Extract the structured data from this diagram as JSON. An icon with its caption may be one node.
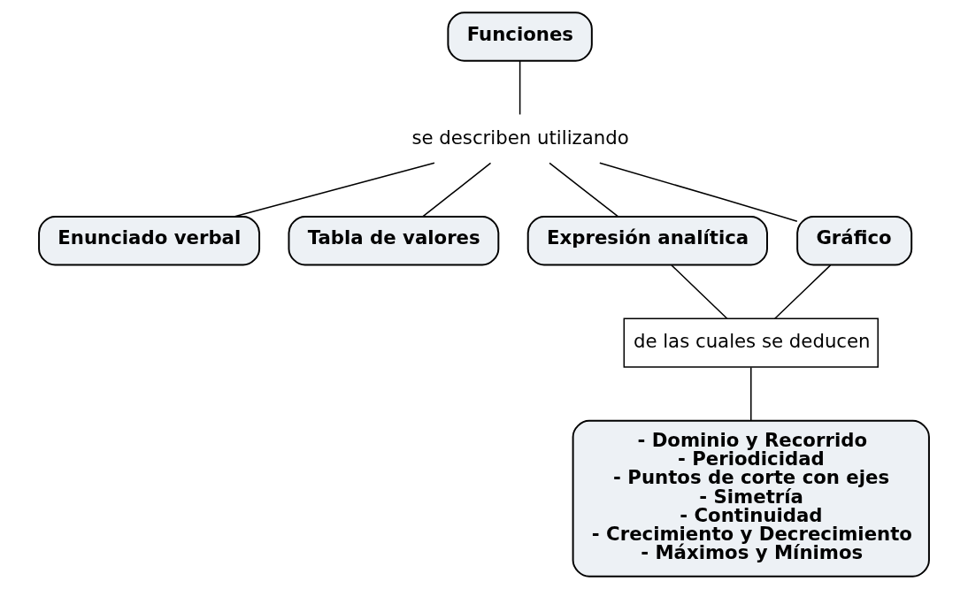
{
  "diagram": {
    "nodes": [
      {
        "text": [
          "Funciones"
        ]
      },
      {
        "text": [
          "se describen utilizando"
        ]
      },
      {
        "text": [
          "Enunciado verbal"
        ]
      },
      {
        "text": [
          "Tabla de valores"
        ]
      },
      {
        "text": [
          "Expresión analítica"
        ]
      },
      {
        "text": [
          "Gráfico"
        ]
      },
      {
        "text": [
          "de las cuales se deducen"
        ]
      },
      {
        "text": [
          "- Dominio y Recorrido",
          "- Periodicidad",
          "- Puntos de corte con ejes",
          "- Simetría",
          "- Continuidad",
          "- Crecimiento y Decrecimiento",
          "- Máximos y Mínimos"
        ]
      }
    ],
    "edges": [
      {
        "from": 0,
        "to": 1,
        "arrow": "none"
      },
      {
        "from": 1,
        "to": 2,
        "arrow": "none"
      },
      {
        "from": 1,
        "to": 3,
        "arrow": "none"
      },
      {
        "from": 1,
        "to": 4,
        "arrow": "none"
      },
      {
        "from": 1,
        "to": 5,
        "arrow": "none"
      },
      {
        "from": 4,
        "to": 6,
        "arrow": "none"
      },
      {
        "from": 5,
        "to": 6,
        "arrow": "none"
      },
      {
        "from": 6,
        "to": 7,
        "arrow": "none"
      }
    ]
  }
}
